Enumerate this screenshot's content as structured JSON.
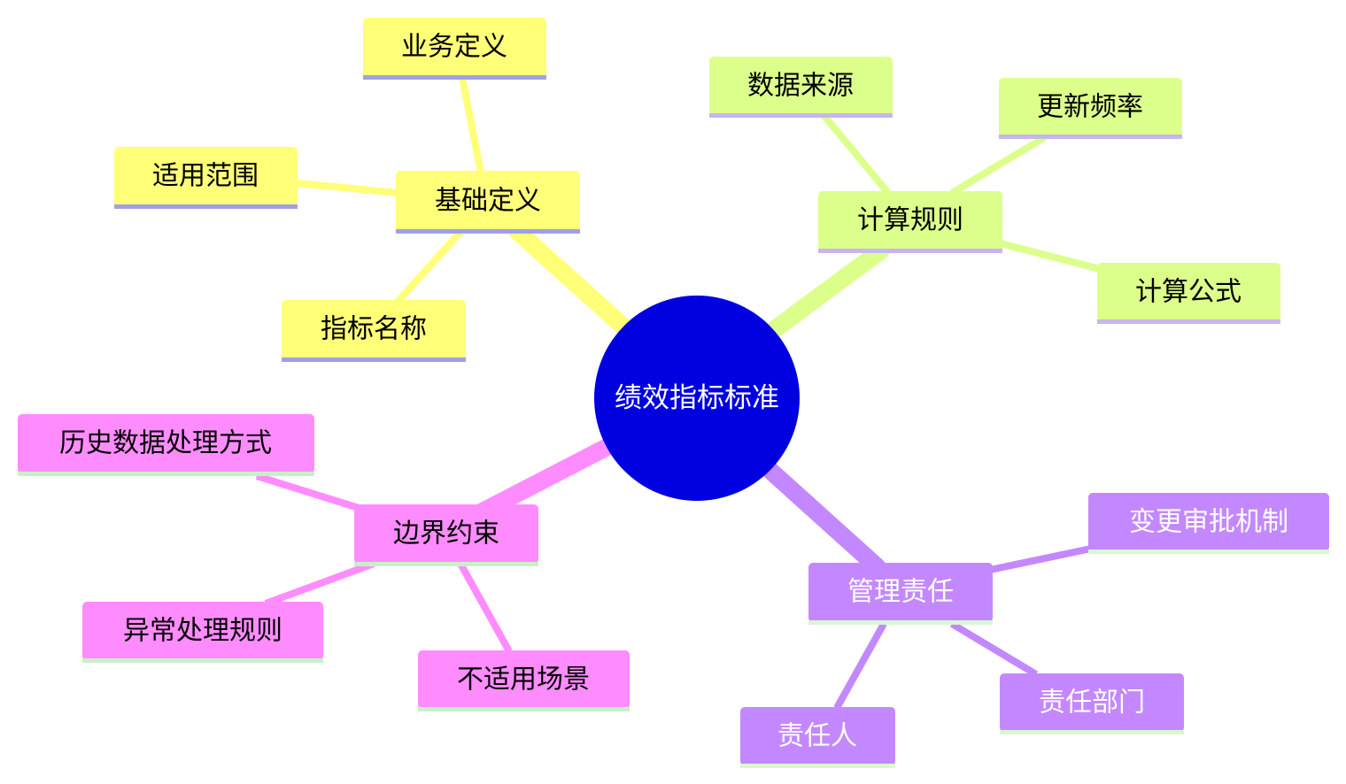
{
  "center": {
    "label": "绩效指标标准",
    "fill": "#0000e0",
    "text_color": "#ffffff"
  },
  "branches": [
    {
      "label": "基础定义",
      "fill": "#ffff78",
      "underline": "#a0a0e8",
      "text_color": "#000000",
      "children": [
        {
          "label": "业务定义"
        },
        {
          "label": "适用范围"
        },
        {
          "label": "指标名称"
        }
      ]
    },
    {
      "label": "计算规则",
      "fill": "#dcff8c",
      "underline": "#c8b4f0",
      "text_color": "#000000",
      "children": [
        {
          "label": "数据来源"
        },
        {
          "label": "更新频率"
        },
        {
          "label": "计算公式"
        }
      ]
    },
    {
      "label": "边界约束",
      "fill": "#ff8cff",
      "underline": "#c8f0c8",
      "text_color": "#000000",
      "children": [
        {
          "label": "历史数据处理方式"
        },
        {
          "label": "异常处理规则"
        },
        {
          "label": "不适用场景"
        }
      ]
    },
    {
      "label": "管理责任",
      "fill": "#c388ff",
      "underline": "#d8f8d0",
      "text_color": "#ffffff",
      "children": [
        {
          "label": "变更审批机制"
        },
        {
          "label": "责任部门"
        },
        {
          "label": "责任人"
        }
      ]
    }
  ]
}
